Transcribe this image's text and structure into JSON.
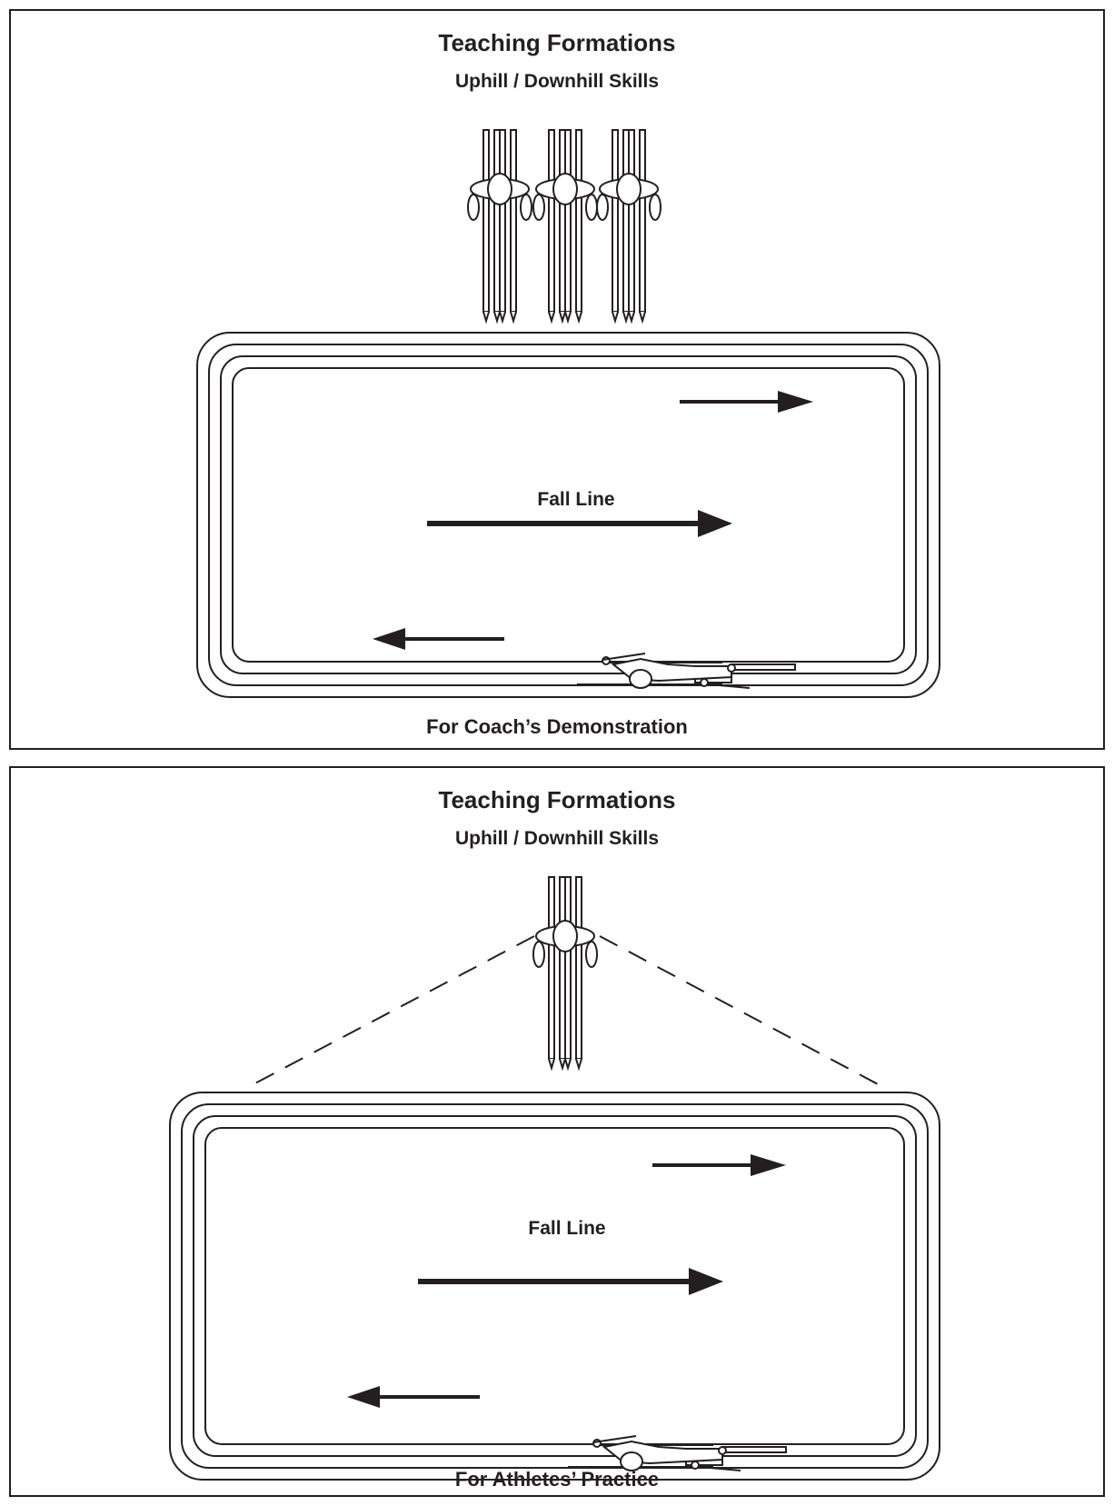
{
  "panels": [
    {
      "title": "Teaching Formations",
      "subtitle": "Uphill / Downhill Skills",
      "fall_line_label": "Fall Line",
      "caption": "For Coach’s Demonstration"
    },
    {
      "title": "Teaching Formations",
      "subtitle": "Uphill / Downhill Skills",
      "fall_line_label": "Fall Line",
      "caption": "For Athletes’ Practice"
    }
  ],
  "colors": {
    "ink": "#231f20",
    "background": "#ffffff"
  }
}
